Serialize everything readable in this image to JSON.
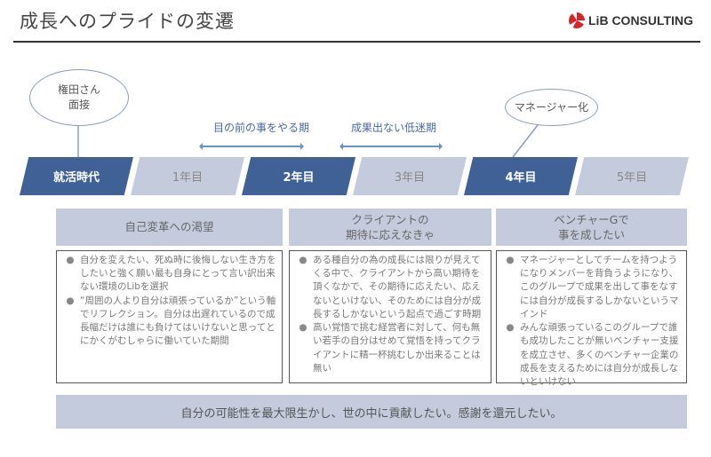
{
  "title": "成長へのプライドの変遷",
  "logo": {
    "text": "LiB CONSULTING",
    "brand_color": "#d8232a"
  },
  "bubbles": [
    {
      "line1": "権田さん",
      "line2": "面接"
    },
    {
      "text": "マネージャー化"
    }
  ],
  "periods": [
    {
      "label": "目の前の事をやる期"
    },
    {
      "label": "成果出ない低迷期"
    }
  ],
  "timeline": [
    "就活時代",
    "1年目",
    "2年目",
    "3年目",
    "4年目",
    "5年目"
  ],
  "columns": [
    {
      "header": [
        "自己変革への渇望"
      ],
      "bullets": [
        "自分を変えたい、死ぬ時に後悔しない生き方をしたいと強く願い最も自身にとって言い訳出来ない環境のLibを選択",
        "“周囲の人より自分は頑張っているか”という軸でリフレクション。自分は出遅れているので成長幅だけは誰にも負けてはいけないと思ってとにかくがむしゃらに働いていた期間"
      ]
    },
    {
      "header": [
        "クライアントの",
        "期待に応えなきゃ"
      ],
      "bullets": [
        "ある種自分の為の成長には限りが見えてくる中で、クライアントから高い期待を頂くなかで、その期待に応えたい、応えないといけない、そのためには自分が成長するしかないという起点で過ごす時期",
        "高い覚悟で挑む経営者に対して、何も無い若手の自分はせめて覚悟を持ってクライアントに精一杯挑むしか出来ることは無い"
      ]
    },
    {
      "header": [
        "ベンチャーGで",
        "事を成したい"
      ],
      "bullets": [
        "マネージャーとしてチームを持つようになりメンバーを背負うようになり、このグループで成果を出して事をなすには自分が成長するしかないというマインド",
        "みんな頑張っているこのグループで誰も成功したことが無いベンチャー支援を成立させ、多くのベンチャー企業の成長を支えるためには自分が成長しないといけない"
      ]
    }
  ],
  "bottom": "自分の可能性を最大限生かし、世の中に貢献したい。感謝を還元したい。",
  "colors": {
    "dark": "#3f6196",
    "light": "#c3cbdc"
  }
}
